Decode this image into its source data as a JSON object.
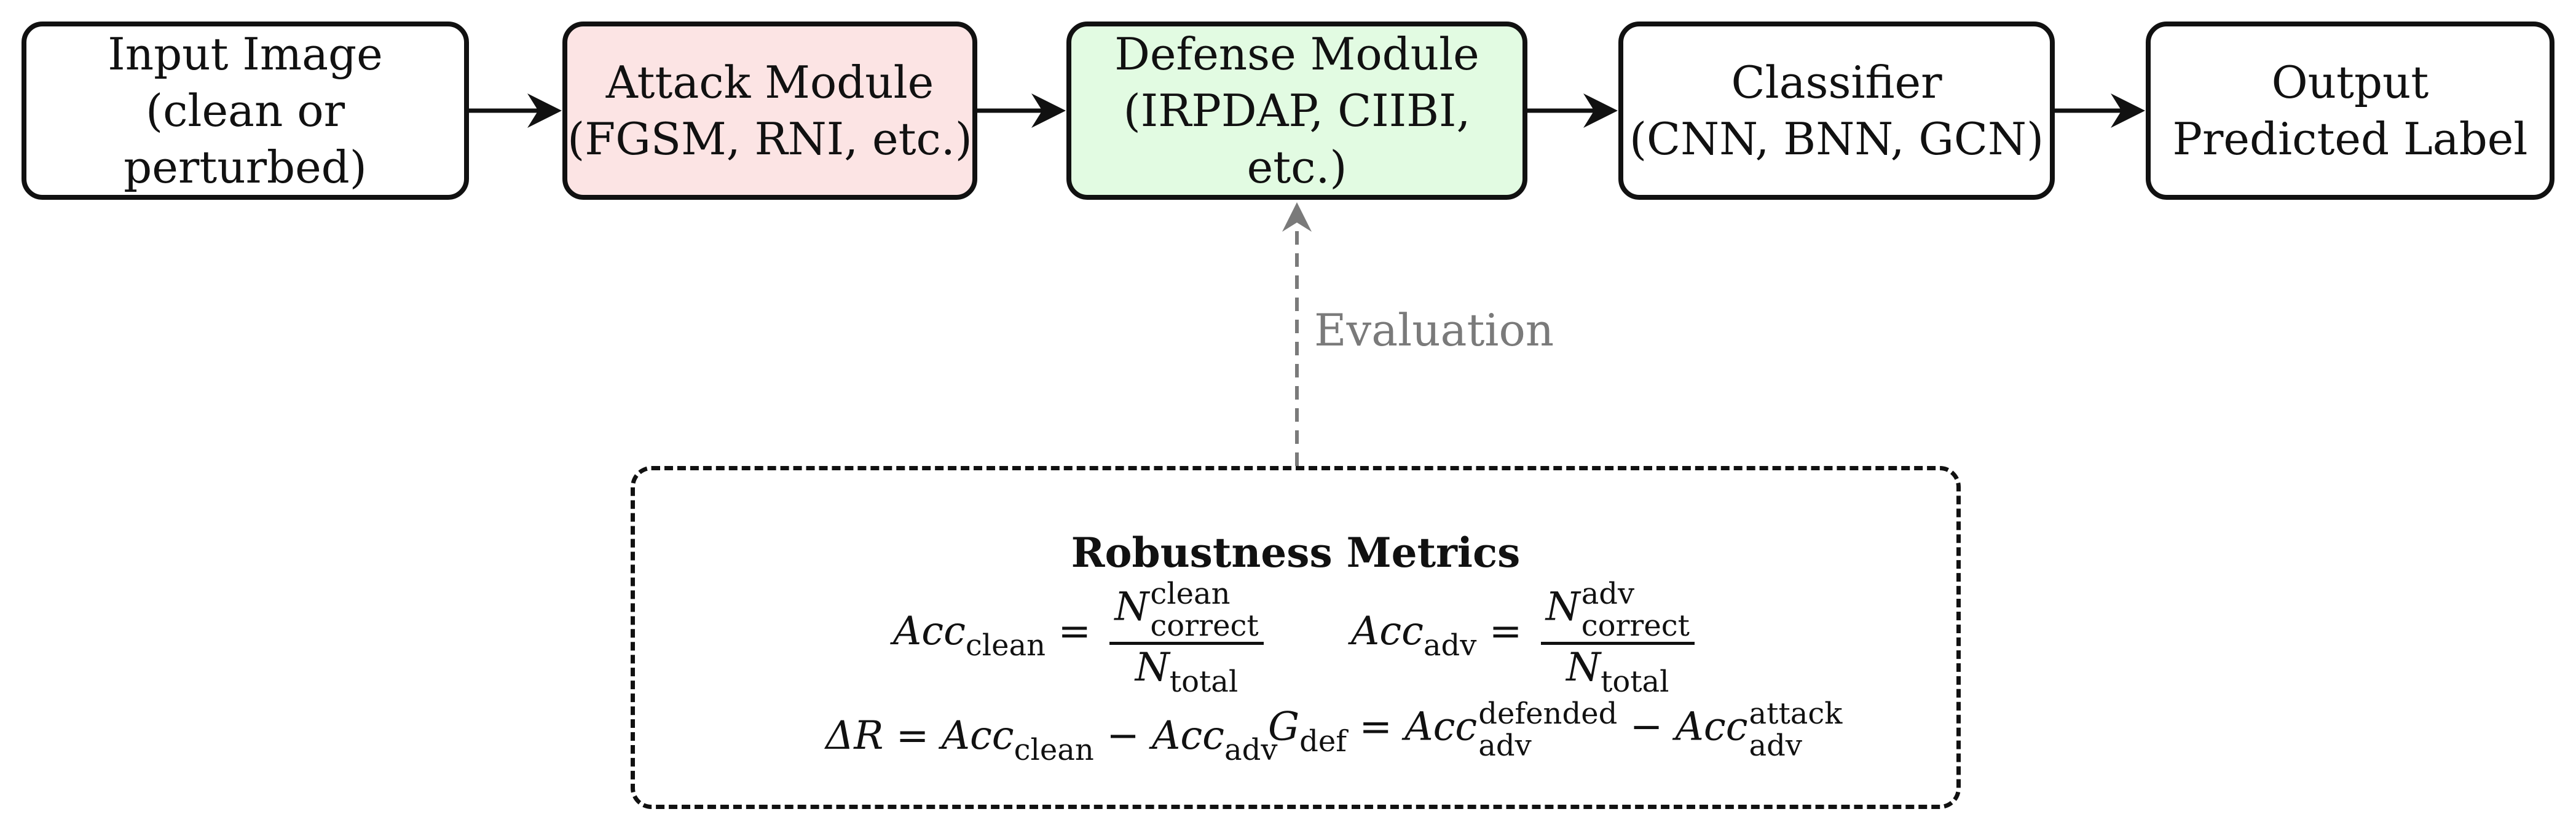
{
  "boxes": [
    {
      "line1": "Input Image",
      "line2": "(clean or perturbed)"
    },
    {
      "line1": "Attack Module",
      "line2": "(FGSM, RNI, etc.)"
    },
    {
      "line1": "Defense Module",
      "line2": "(IRPDAP, CIIBI, etc.)"
    },
    {
      "line1": "Classifier",
      "line2": "(CNN, BNN, GCN)"
    },
    {
      "line1": "Output",
      "line2": "Predicted Label"
    }
  ],
  "edge_label": "Evaluation",
  "metrics": {
    "title": "Robustness Metrics",
    "acc": "Acc",
    "clean": "clean",
    "adv": "adv",
    "correct": "correct",
    "total": "total",
    "N": "N",
    "eq": "=",
    "minus": "−",
    "delta_r": "ΔR",
    "G": "G",
    "def": "def",
    "defended": "defended",
    "attack": "attack"
  },
  "colors": {
    "attack_fill": "#fce4e4",
    "defense_fill": "#e2fbe2",
    "evaluation": "#7a7a7a"
  }
}
